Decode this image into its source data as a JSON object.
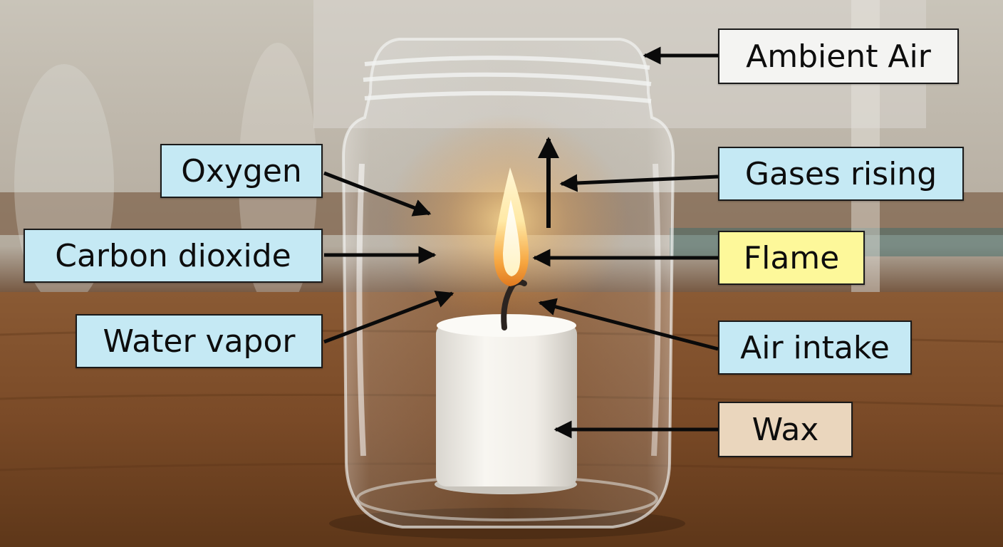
{
  "labels": {
    "ambient_air": "Ambient Air",
    "oxygen": "Oxygen",
    "gases_rising": "Gases rising",
    "carbon_dioxide": "Carbon dioxide",
    "flame": "Flame",
    "water_vapor": "Water vapor",
    "air_intake": "Air intake",
    "wax": "Wax"
  },
  "colors": {
    "label_blue": "#c5e9f4",
    "label_white": "#f4f4f2",
    "label_yellow": "#fdf89a",
    "label_tan": "#ead6bd",
    "arrow": "#0a0a0a",
    "table_wood": "#7a4a27",
    "background": "#b9b2a6"
  }
}
